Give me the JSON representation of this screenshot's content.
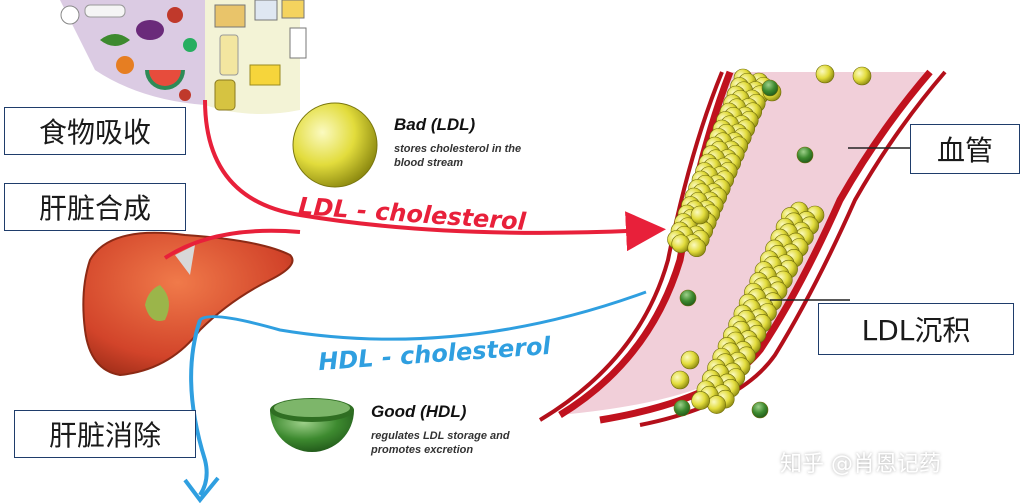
{
  "labels": {
    "food_absorption": "食物吸收",
    "liver_synthesis": "肝脏合成",
    "liver_elimination": "肝脏消除",
    "blood_vessel": "血管",
    "ldl_deposit": "LDL沉积"
  },
  "pathways": {
    "ldl": "LDL - cholesterol",
    "hdl": "HDL - cholesterol"
  },
  "legend": {
    "bad_title": "Bad (LDL)",
    "bad_desc": "stores cholesterol in the blood stream",
    "good_title": "Good (HDL)",
    "good_desc": "regulates LDL storage and promotes excretion"
  },
  "watermark": "知乎 @肖恩记药",
  "colors": {
    "ldl_arrow": "#e8203a",
    "hdl_arrow": "#2f9fe0",
    "box_border": "#1f3d6b",
    "ldl_particle": "#d8d22a",
    "hdl_particle": "#2e7d32",
    "vessel_wall": "#c0121e",
    "vessel_lumen": "#f1cfd9"
  }
}
